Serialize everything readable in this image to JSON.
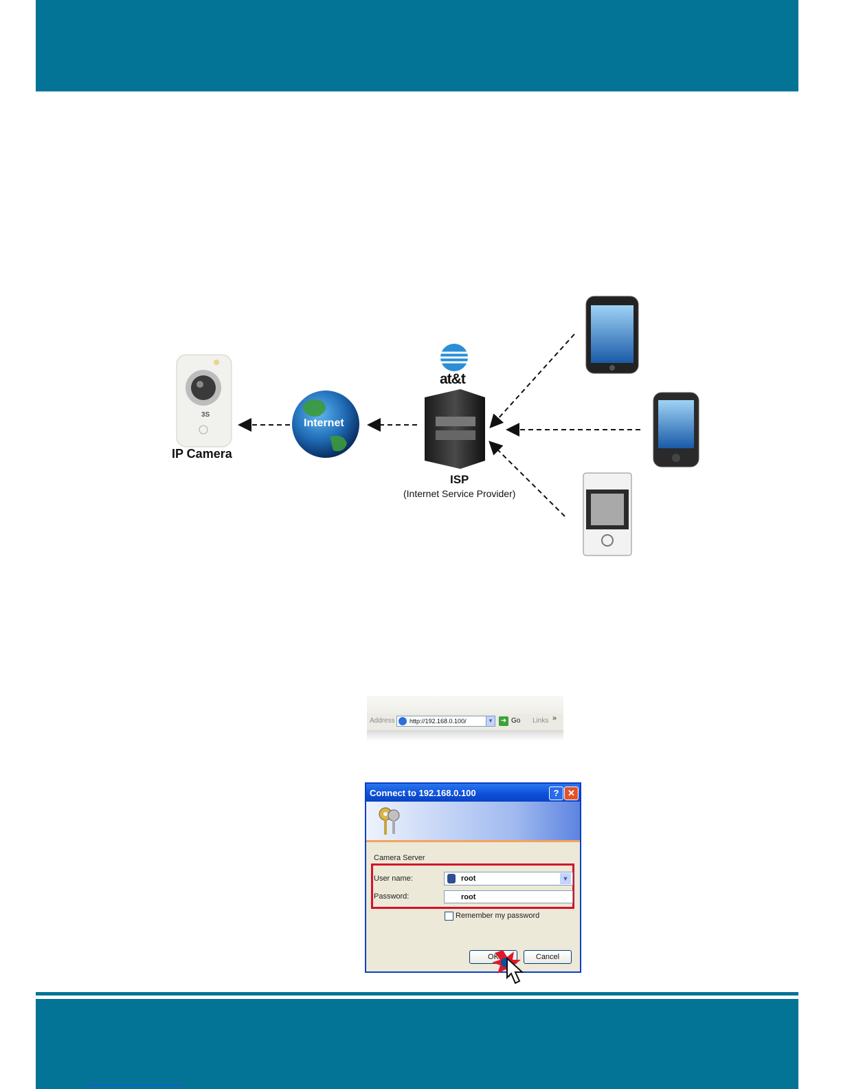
{
  "diagram": {
    "camera_label": "IP Camera",
    "globe_label": "Internet",
    "att_label": "at&t",
    "isp_label": "ISP",
    "isp_sublabel": "(Internet Service Provider)",
    "camera_brand": "3S"
  },
  "browser": {
    "address_label": "Address",
    "url": "http://192.168.0.100/",
    "go_label": "Go",
    "links_label": "Links",
    "more_glyph": "»"
  },
  "dialog": {
    "title": "Connect to 192.168.0.100",
    "help_glyph": "?",
    "close_glyph": "✕",
    "server_label": "Camera Server",
    "username_label": "User name:",
    "username_value": "root",
    "password_label": "Password:",
    "password_value": "root",
    "remember_label": "Remember my password",
    "ok_label": "OK",
    "cancel_label": "Cancel"
  },
  "colors": {
    "band": "#037396",
    "highlight": "#d4102a",
    "xp_title": "#0c4fd9"
  }
}
